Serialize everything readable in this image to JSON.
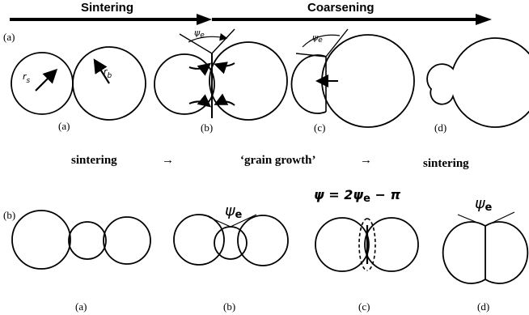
{
  "top": {
    "panel_label": "(a)",
    "arrows": [
      "Sintering",
      "Coarsening"
    ],
    "radius_labels": {
      "small": "r",
      "small_sub": "s",
      "big": "r",
      "big_sub": "b"
    },
    "angle_label": "ψ",
    "angle_sub": "e",
    "stage_labels": [
      "(a)",
      "(b)",
      "(c)",
      "(d)"
    ]
  },
  "middle": {
    "sequence": [
      "sintering",
      "→",
      "‘grain growth’",
      "→",
      "sintering"
    ]
  },
  "bottom": {
    "panel_label": "(b)",
    "angle_label": "ψ",
    "angle_sub": "e",
    "equation": {
      "lhs": "ψ = 2ψ",
      "sub": "e",
      "rhs": " − π"
    },
    "stage_labels": [
      "(a)",
      "(b)",
      "(c)",
      "(d)"
    ]
  }
}
